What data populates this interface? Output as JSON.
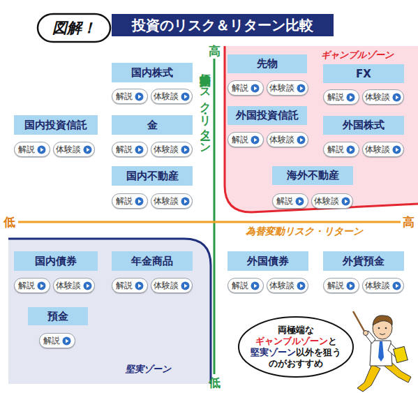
{
  "diagram": {
    "title": "投資のリスク＆リターン比較",
    "nodes": [
      {
        "text": [
          "図解！"
        ]
      },
      {
        "text": [
          "ギャンブルゾーン"
        ]
      },
      {
        "text": [
          "国内株式"
        ]
      },
      {
        "text": [
          "解説"
        ]
      },
      {
        "text": [
          "体験談"
        ]
      },
      {
        "text": [
          "国内投資信託"
        ]
      },
      {
        "text": [
          "解説"
        ]
      },
      {
        "text": [
          "体験談"
        ]
      },
      {
        "text": [
          "金"
        ]
      },
      {
        "text": [
          "解説"
        ]
      },
      {
        "text": [
          "体験談"
        ]
      },
      {
        "text": [
          "国内不動産"
        ]
      },
      {
        "text": [
          "解説"
        ]
      },
      {
        "text": [
          "体験談"
        ]
      },
      {
        "text": [
          "先物"
        ],
        "in": 1
      },
      {
        "text": [
          "解説"
        ],
        "in": 1
      },
      {
        "text": [
          "体験談"
        ],
        "in": 1
      },
      {
        "text": [
          "FX"
        ],
        "in": 1
      },
      {
        "text": [
          "解説"
        ],
        "in": 1
      },
      {
        "text": [
          "体験談"
        ],
        "in": 1
      },
      {
        "text": [
          "外国投資信託"
        ],
        "in": 1
      },
      {
        "text": [
          "解説"
        ],
        "in": 1
      },
      {
        "text": [
          "体験談"
        ],
        "in": 1
      },
      {
        "text": [
          "外国株式"
        ],
        "in": 1
      },
      {
        "text": [
          "解説"
        ],
        "in": 1
      },
      {
        "text": [
          "体験談"
        ],
        "in": 1
      },
      {
        "text": [
          "海外不動産"
        ],
        "in": 1
      },
      {
        "text": [
          "解説"
        ],
        "in": 1
      },
      {
        "text": [
          "体験談"
        ],
        "in": 1
      },
      {
        "text": [
          "堅実ゾーン"
        ]
      },
      {
        "text": [
          "国内債券"
        ],
        "in": 29
      },
      {
        "text": [
          "解説"
        ],
        "in": 29
      },
      {
        "text": [
          "体験談"
        ],
        "in": 29
      },
      {
        "text": [
          "年金商品"
        ],
        "in": 29
      },
      {
        "text": [
          "解説"
        ],
        "in": 29
      },
      {
        "text": [
          "体験談"
        ],
        "in": 29
      },
      {
        "text": [
          "預金"
        ],
        "in": 29
      },
      {
        "text": [
          "解説"
        ],
        "in": 29
      },
      {
        "text": [
          "外国債券"
        ]
      },
      {
        "text": [
          "解説"
        ]
      },
      {
        "text": [
          "体験談"
        ]
      },
      {
        "text": [
          "外貨預金"
        ]
      },
      {
        "text": [
          "解説"
        ]
      },
      {
        "text": [
          "体験談"
        ]
      },
      {
        "text": [
          "両極端な ギャンブルゾーンと 堅実ゾーン以外を狙う のがおすすめ"
        ]
      }
    ],
    "labels": [
      "高",
      "価格変動リスク・リターン",
      "低",
      "高",
      "為替変動リスク・リターン",
      "低"
    ]
  }
}
